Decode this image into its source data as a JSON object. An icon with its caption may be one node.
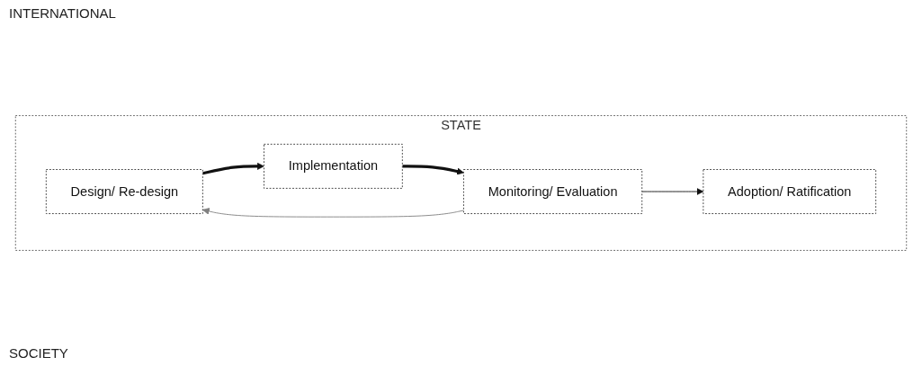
{
  "diagram": {
    "nodes": [
      {
        "text": [
          "STATE"
        ]
      },
      {
        "text": [
          "Adoption/ Ratification"
        ],
        "in": 0
      },
      {
        "text": [
          "Design/ Re-design"
        ],
        "in": 0
      },
      {
        "text": [
          "Implementation"
        ],
        "in": 0
      },
      {
        "text": [
          "Monitoring/ Evaluation"
        ],
        "in": 0
      }
    ],
    "edges": [
      {
        "from": 2,
        "to": 3,
        "arrow": "to",
        "style": "thick"
      },
      {
        "from": 3,
        "to": 4,
        "arrow": "to",
        "style": "thick"
      },
      {
        "from": 4,
        "to": 1,
        "arrow": "to"
      },
      {
        "from": 4,
        "to": 2,
        "arrow": "to",
        "color": "#808080"
      }
    ],
    "labels": [
      "INTERNATIONAL",
      "SOCIETY"
    ]
  }
}
